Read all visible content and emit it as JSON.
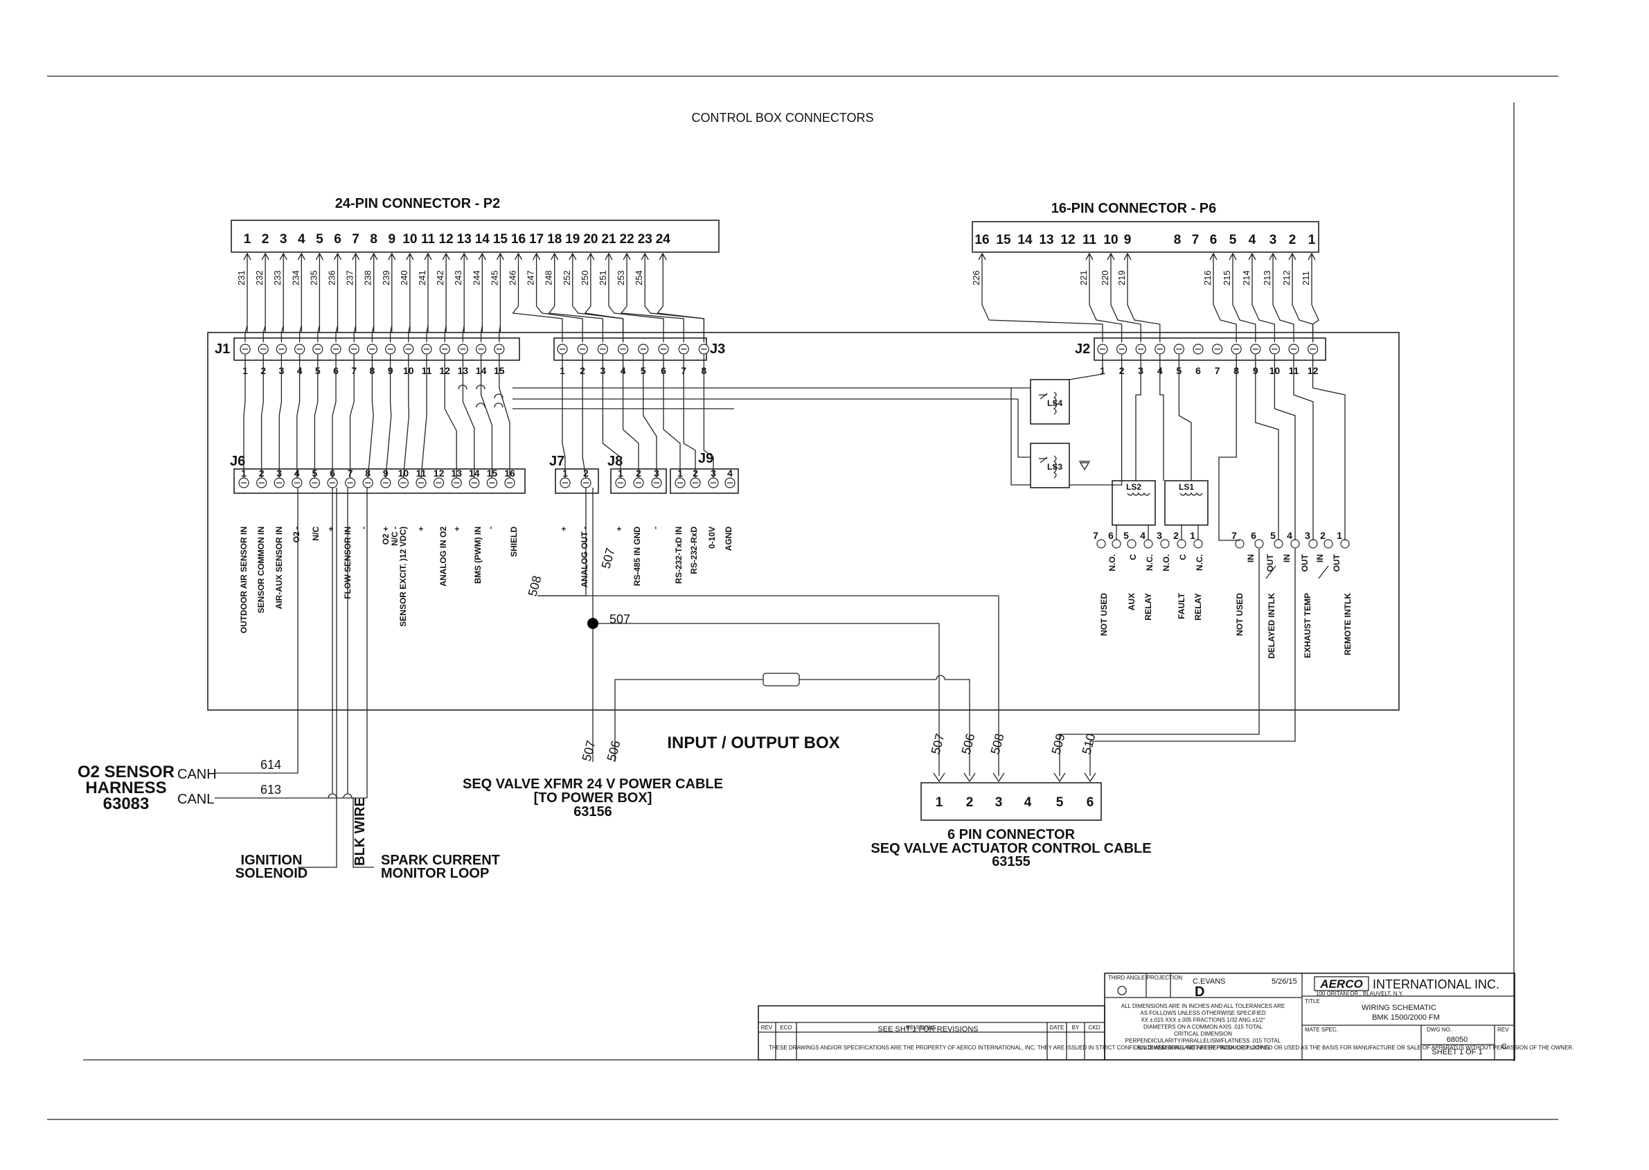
{
  "page_title": "CONTROL BOX CONNECTORS",
  "p2": {
    "title": "24-PIN CONNECTOR - P2",
    "pins": [
      "1",
      "2",
      "3",
      "4",
      "5",
      "6",
      "7",
      "8",
      "9",
      "10",
      "11",
      "12",
      "13",
      "14",
      "15",
      "16",
      "17",
      "18",
      "19",
      "20",
      "21",
      "22",
      "23",
      "24"
    ],
    "wires": [
      "231",
      "232",
      "233",
      "234",
      "235",
      "236",
      "237",
      "238",
      "239",
      "240",
      "241",
      "242",
      "243",
      "244",
      "245",
      "246",
      "247",
      "248",
      "252",
      "250",
      "251",
      "253",
      "254"
    ]
  },
  "p6": {
    "title": "16-PIN CONNECTOR - P6",
    "pins": [
      "16",
      "15",
      "14",
      "13",
      "12",
      "11",
      "10",
      "9",
      "8",
      "7",
      "6",
      "5",
      "4",
      "3",
      "2",
      "1"
    ],
    "wires": [
      "226",
      "221",
      "220",
      "219",
      "216",
      "215",
      "214",
      "213",
      "212",
      "211"
    ]
  },
  "j1": {
    "label": "J1",
    "pins": [
      "1",
      "2",
      "3",
      "4",
      "5",
      "6",
      "7",
      "8",
      "9",
      "10",
      "11",
      "12",
      "13",
      "14",
      "15"
    ]
  },
  "j3": {
    "label": "J3",
    "pins": [
      "1",
      "2",
      "3",
      "4",
      "5",
      "6",
      "7",
      "8"
    ]
  },
  "j2": {
    "label": "J2",
    "pins": [
      "1",
      "2",
      "3",
      "4",
      "5",
      "6",
      "7",
      "8",
      "9",
      "10",
      "11",
      "12"
    ]
  },
  "j6": {
    "label": "J6",
    "pins": [
      "1",
      "2",
      "3",
      "4",
      "5",
      "6",
      "7",
      "8",
      "9",
      "10",
      "11",
      "12",
      "13",
      "14",
      "15",
      "16"
    ],
    "signals": [
      "OUTDOOR AIR SENSOR  IN",
      "SENSOR COMMON  IN",
      "AIR-AUX SENSOR  IN",
      "O2  -",
      "N/C",
      "+",
      "FLOW SENSOR  IN",
      "-",
      "O2  +",
      "N/C  -",
      "SENSOR EXCIT. )12 VDC)",
      "+",
      "ANALOG  IN  O2",
      "+",
      "BMS (PWM)  IN",
      "-",
      "SHIELD"
    ]
  },
  "j7": {
    "label": "J7",
    "pins": [
      "1",
      "2"
    ],
    "signals": [
      "+",
      "ANALOG OUT  -"
    ]
  },
  "j8": {
    "label": "J8",
    "pins": [
      "1",
      "2",
      "3"
    ],
    "signals": [
      "+",
      "RS-485 IN GND",
      "-"
    ]
  },
  "j9": {
    "label": "J9",
    "pins": [
      "1",
      "2",
      "3",
      "4"
    ],
    "signals": [
      "RS-232-TxD  IN",
      "RS-232-RxD",
      "0-10V",
      "AGND"
    ]
  },
  "relays": {
    "ls4": "LS4",
    "ls3": "LS3",
    "ls2": "LS2",
    "ls1": "LS1"
  },
  "relay_terms": {
    "numbers": [
      "7",
      "6",
      "5",
      "4",
      "3",
      "2",
      "1"
    ],
    "signals": [
      "N.O.",
      "C",
      "N.C.",
      "N.O.",
      "C",
      "N.C."
    ],
    "labels": [
      "NOT USED",
      "AUX",
      "RELAY",
      "FAULT",
      "RELAY"
    ]
  },
  "intlk_terms": {
    "numbers": [
      "7",
      "6",
      "5",
      "4",
      "3",
      "2",
      "1"
    ],
    "in_out": [
      "IN",
      "OUT",
      "IN",
      "OUT",
      "IN",
      "OUT"
    ],
    "labels": [
      "NOT USED",
      "DELAYED INTLK",
      "EXHAUST TEMP",
      "REMOTE INTLK"
    ]
  },
  "wires_internal": {
    "w507": "507",
    "w508": "508",
    "w506": "506",
    "w509": "509",
    "w510": "510"
  },
  "io_box_label": "INPUT / OUTPUT BOX",
  "power_cable": {
    "line1": "SEQ VALVE XFMR 24 V POWER CABLE",
    "line2": "[TO POWER BOX]",
    "line3": "63156"
  },
  "six_pin": {
    "pins": [
      "1",
      "2",
      "3",
      "4",
      "5",
      "6"
    ],
    "line1": "6 PIN CONNECTOR",
    "line2": "SEQ VALVE ACTUATOR CONTROL CABLE",
    "line3": "63155"
  },
  "o2_harness": {
    "line1": "O2 SENSOR",
    "line2": "HARNESS",
    "line3": "63083",
    "canh": "CANH",
    "canl": "CANL",
    "w614": "614",
    "w613": "613"
  },
  "ignition": {
    "line1": "IGNITION",
    "line2": "SOLENOID"
  },
  "blk_wire": "BLK WIRE",
  "spark": {
    "line1": "SPARK CURRENT",
    "line2": "MONITOR LOOP"
  },
  "title_block": {
    "company": "INTERNATIONAL INC.",
    "address": "100 ORITANI DR., BLAUVELT, N.Y.",
    "title_label": "TITLE",
    "title1": "WIRING SCHEMATIC",
    "title2": "BMK 1500/2000 FM",
    "drawn_by": "C.EVANS",
    "date": "5/26/15",
    "size": "D",
    "dwg_no_label": "DWG NO.",
    "dwg_no": "68050",
    "rev_label": "REV",
    "rev": "C",
    "sheet": "SHEET 1 OF 1",
    "mate_spec": "MATE SPEC.",
    "see_sht": "SEE SHT 1 FOR REVISIONS",
    "rev_headers": [
      "REV",
      "ECO",
      "REVISIONS",
      "DATE",
      "BY",
      "CKD"
    ],
    "projection": "THIRD ANGLE PROJECTION",
    "tolerance_lines": [
      "ALL DIMENSIONS ARE IN INCHES AND ALL TOLERANCES ARE",
      "AS FOLLOWS UNLESS OTHERWISE SPECIFIED",
      "XX ±.015  XXX ±.005  FRACTIONS  1/32  ANG.±1/2°",
      "DIAMETERS ON A COMMON AXIS  .015 TOTAL",
      "CRITICAL DIMENSION",
      "PERPENDICULARITY/PARALLELISM/FLATNESS .015 TOTAL",
      "ALL DIMENSIONS ARE AFTER FINISH OR PLATING"
    ],
    "proprietary": "THESE DRAWINGS AND/OR SPECIFICATIONS ARE THE PROPERTY OF AERCO INTERNATIONAL, INC. THEY ARE ISSUED IN STRICT CONFIDENCE AND SHALL NOT BE REPRODUCED, COPIED OR USED AS THE BASIS FOR MANUFACTURE OR SALE OF APPARATUS WITHOUT PERMISSION OF THE OWNER."
  }
}
